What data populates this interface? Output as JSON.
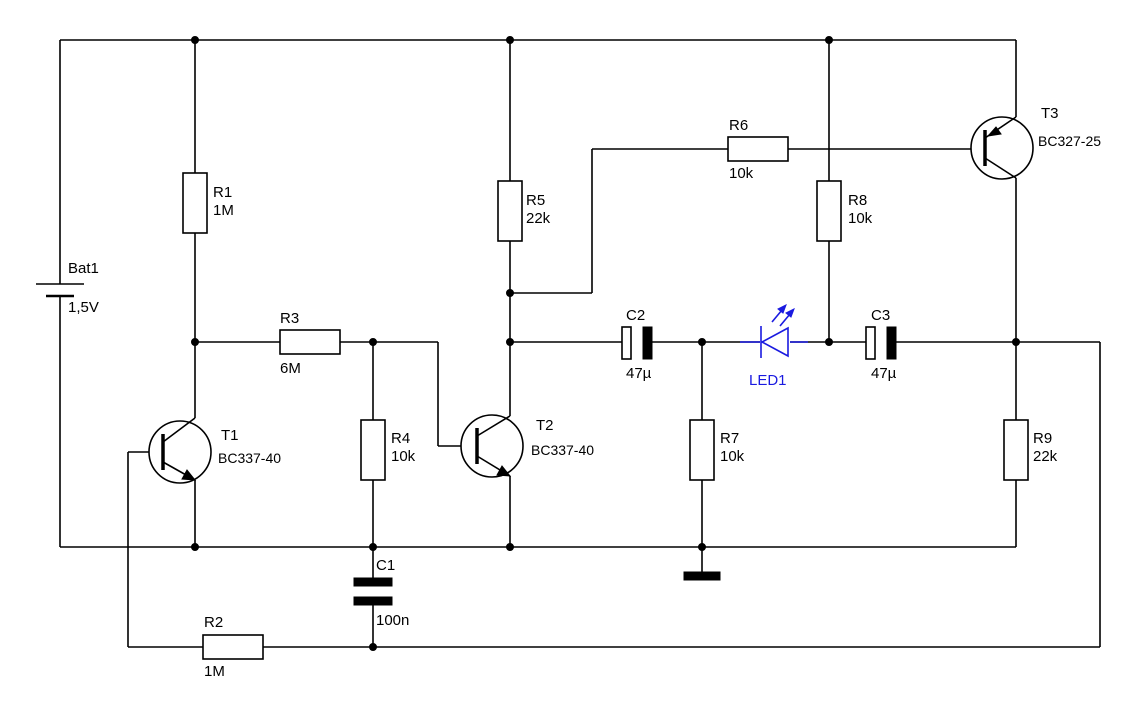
{
  "components": {
    "battery": {
      "ref": "Bat1",
      "value": "1,5V"
    },
    "r1": {
      "ref": "R1",
      "value": "1M"
    },
    "r2": {
      "ref": "R2",
      "value": "1M"
    },
    "r3": {
      "ref": "R3",
      "value": "6M"
    },
    "r4": {
      "ref": "R4",
      "value": "10k"
    },
    "r5": {
      "ref": "R5",
      "value": "22k"
    },
    "r6": {
      "ref": "R6",
      "value": "10k"
    },
    "r7": {
      "ref": "R7",
      "value": "10k"
    },
    "r8": {
      "ref": "R8",
      "value": "10k"
    },
    "r9": {
      "ref": "R9",
      "value": "22k"
    },
    "c1": {
      "ref": "C1",
      "value": "100n"
    },
    "c2": {
      "ref": "C2",
      "value": "47µ"
    },
    "c3": {
      "ref": "C3",
      "value": "47µ"
    },
    "t1": {
      "ref": "T1",
      "value": "BC337-40"
    },
    "t2": {
      "ref": "T2",
      "value": "BC337-40"
    },
    "t3": {
      "ref": "T3",
      "value": "BC327-25"
    },
    "led": {
      "ref": "LED1"
    }
  },
  "colors": {
    "wire": "#000000",
    "led": "#1a1ae0"
  }
}
